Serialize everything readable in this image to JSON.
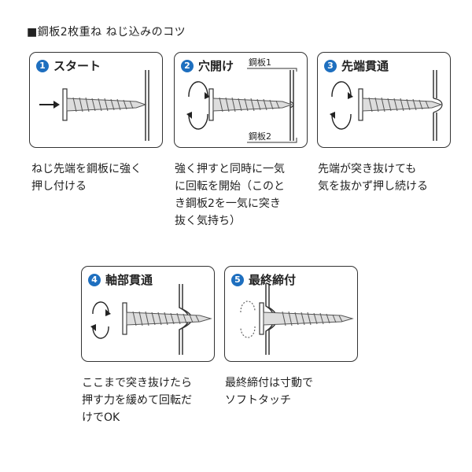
{
  "title": "■鋼板2枚重ね ねじ込みのコツ",
  "steps": [
    {
      "num": "1",
      "title": "スタート",
      "desc": "ねじ先端を鋼板に強く\n押し付ける"
    },
    {
      "num": "2",
      "title": "穴開け",
      "desc": "強く押すと同時に一気\nに回転を開始（このと\nき鋼板2を一気に突き\n抜く気持ち）",
      "plate1": "鋼板1",
      "plate2": "鋼板2"
    },
    {
      "num": "3",
      "title": "先端貫通",
      "desc": "先端が突き抜けても\n気を抜かず押し続ける"
    },
    {
      "num": "4",
      "title": "軸部貫通",
      "desc": "ここまで突き抜けたら\n押す力を緩めて回転だ\nけでOK"
    },
    {
      "num": "5",
      "title": "最終締付",
      "desc": "最終締付は寸動で\nソフトタッチ"
    }
  ],
  "icons": {
    "push": "push-arrow-icon",
    "rotate": "rotation-icon",
    "screw": "screw-icon",
    "plate": "steel-plate-icon"
  },
  "colors": {
    "number_badge": "#1e6fbf",
    "border": "#333333",
    "screw": "#555555"
  }
}
